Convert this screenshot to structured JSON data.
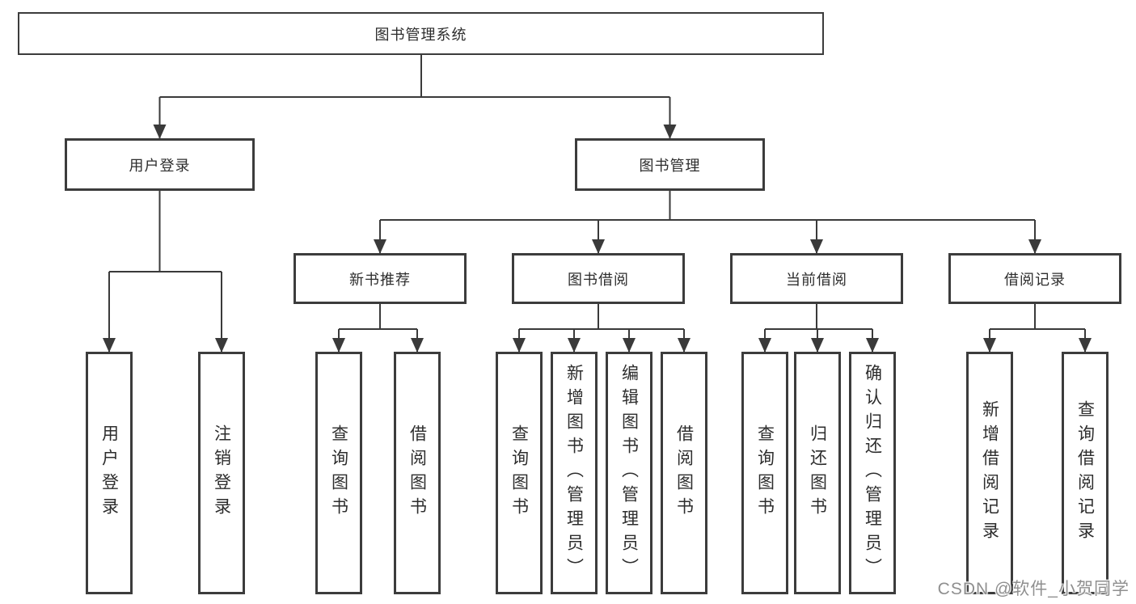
{
  "colors": {
    "line": "#3a3a3a",
    "box_border": "#3c3c3c",
    "text": "#2d2d2d",
    "watermark_text": "#8f8f8f",
    "background": "#ffffff"
  },
  "watermark": {
    "text": "CSDN @软件_小贺同学"
  },
  "tree": {
    "root": {
      "label": "图书管理系统"
    },
    "branches": [
      {
        "label": "用户登录",
        "children": [
          {
            "label": "用户登录"
          },
          {
            "label": "注销登录"
          }
        ]
      },
      {
        "label": "图书管理",
        "children": [
          {
            "label": "新书推荐",
            "children": [
              {
                "label": "查询图书"
              },
              {
                "label": "借阅图书"
              }
            ]
          },
          {
            "label": "图书借阅",
            "children": [
              {
                "label": "查询图书"
              },
              {
                "label": "新增图书（管理员）"
              },
              {
                "label": "编辑图书（管理员）"
              },
              {
                "label": "借阅图书"
              }
            ]
          },
          {
            "label": "当前借阅",
            "children": [
              {
                "label": "查询图书"
              },
              {
                "label": "归还图书"
              },
              {
                "label": "确认归还（管理员）"
              }
            ]
          },
          {
            "label": "借阅记录",
            "children": [
              {
                "label": "新增借阅记录"
              },
              {
                "label": "查询借阅记录"
              }
            ]
          }
        ]
      }
    ]
  }
}
